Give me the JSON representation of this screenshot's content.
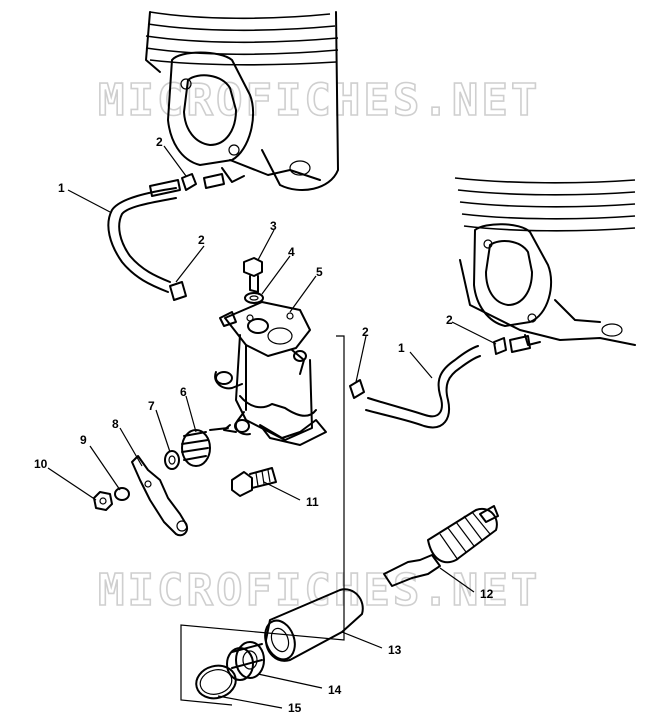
{
  "watermark": {
    "text": "MICROFICHES.NET"
  },
  "callouts": [
    {
      "id": "c1a",
      "label": "1"
    },
    {
      "id": "c1b",
      "label": "1"
    },
    {
      "id": "c2a",
      "label": "2"
    },
    {
      "id": "c2b",
      "label": "2"
    },
    {
      "id": "c2c",
      "label": "2"
    },
    {
      "id": "c2d",
      "label": "2"
    },
    {
      "id": "c3",
      "label": "3"
    },
    {
      "id": "c4",
      "label": "4"
    },
    {
      "id": "c5",
      "label": "5"
    },
    {
      "id": "c6",
      "label": "6"
    },
    {
      "id": "c7",
      "label": "7"
    },
    {
      "id": "c8",
      "label": "8"
    },
    {
      "id": "c9",
      "label": "9"
    },
    {
      "id": "c10",
      "label": "10"
    },
    {
      "id": "c11",
      "label": "11"
    },
    {
      "id": "c12",
      "label": "12"
    },
    {
      "id": "c13",
      "label": "13"
    },
    {
      "id": "c14",
      "label": "14"
    },
    {
      "id": "c15",
      "label": "15"
    }
  ]
}
